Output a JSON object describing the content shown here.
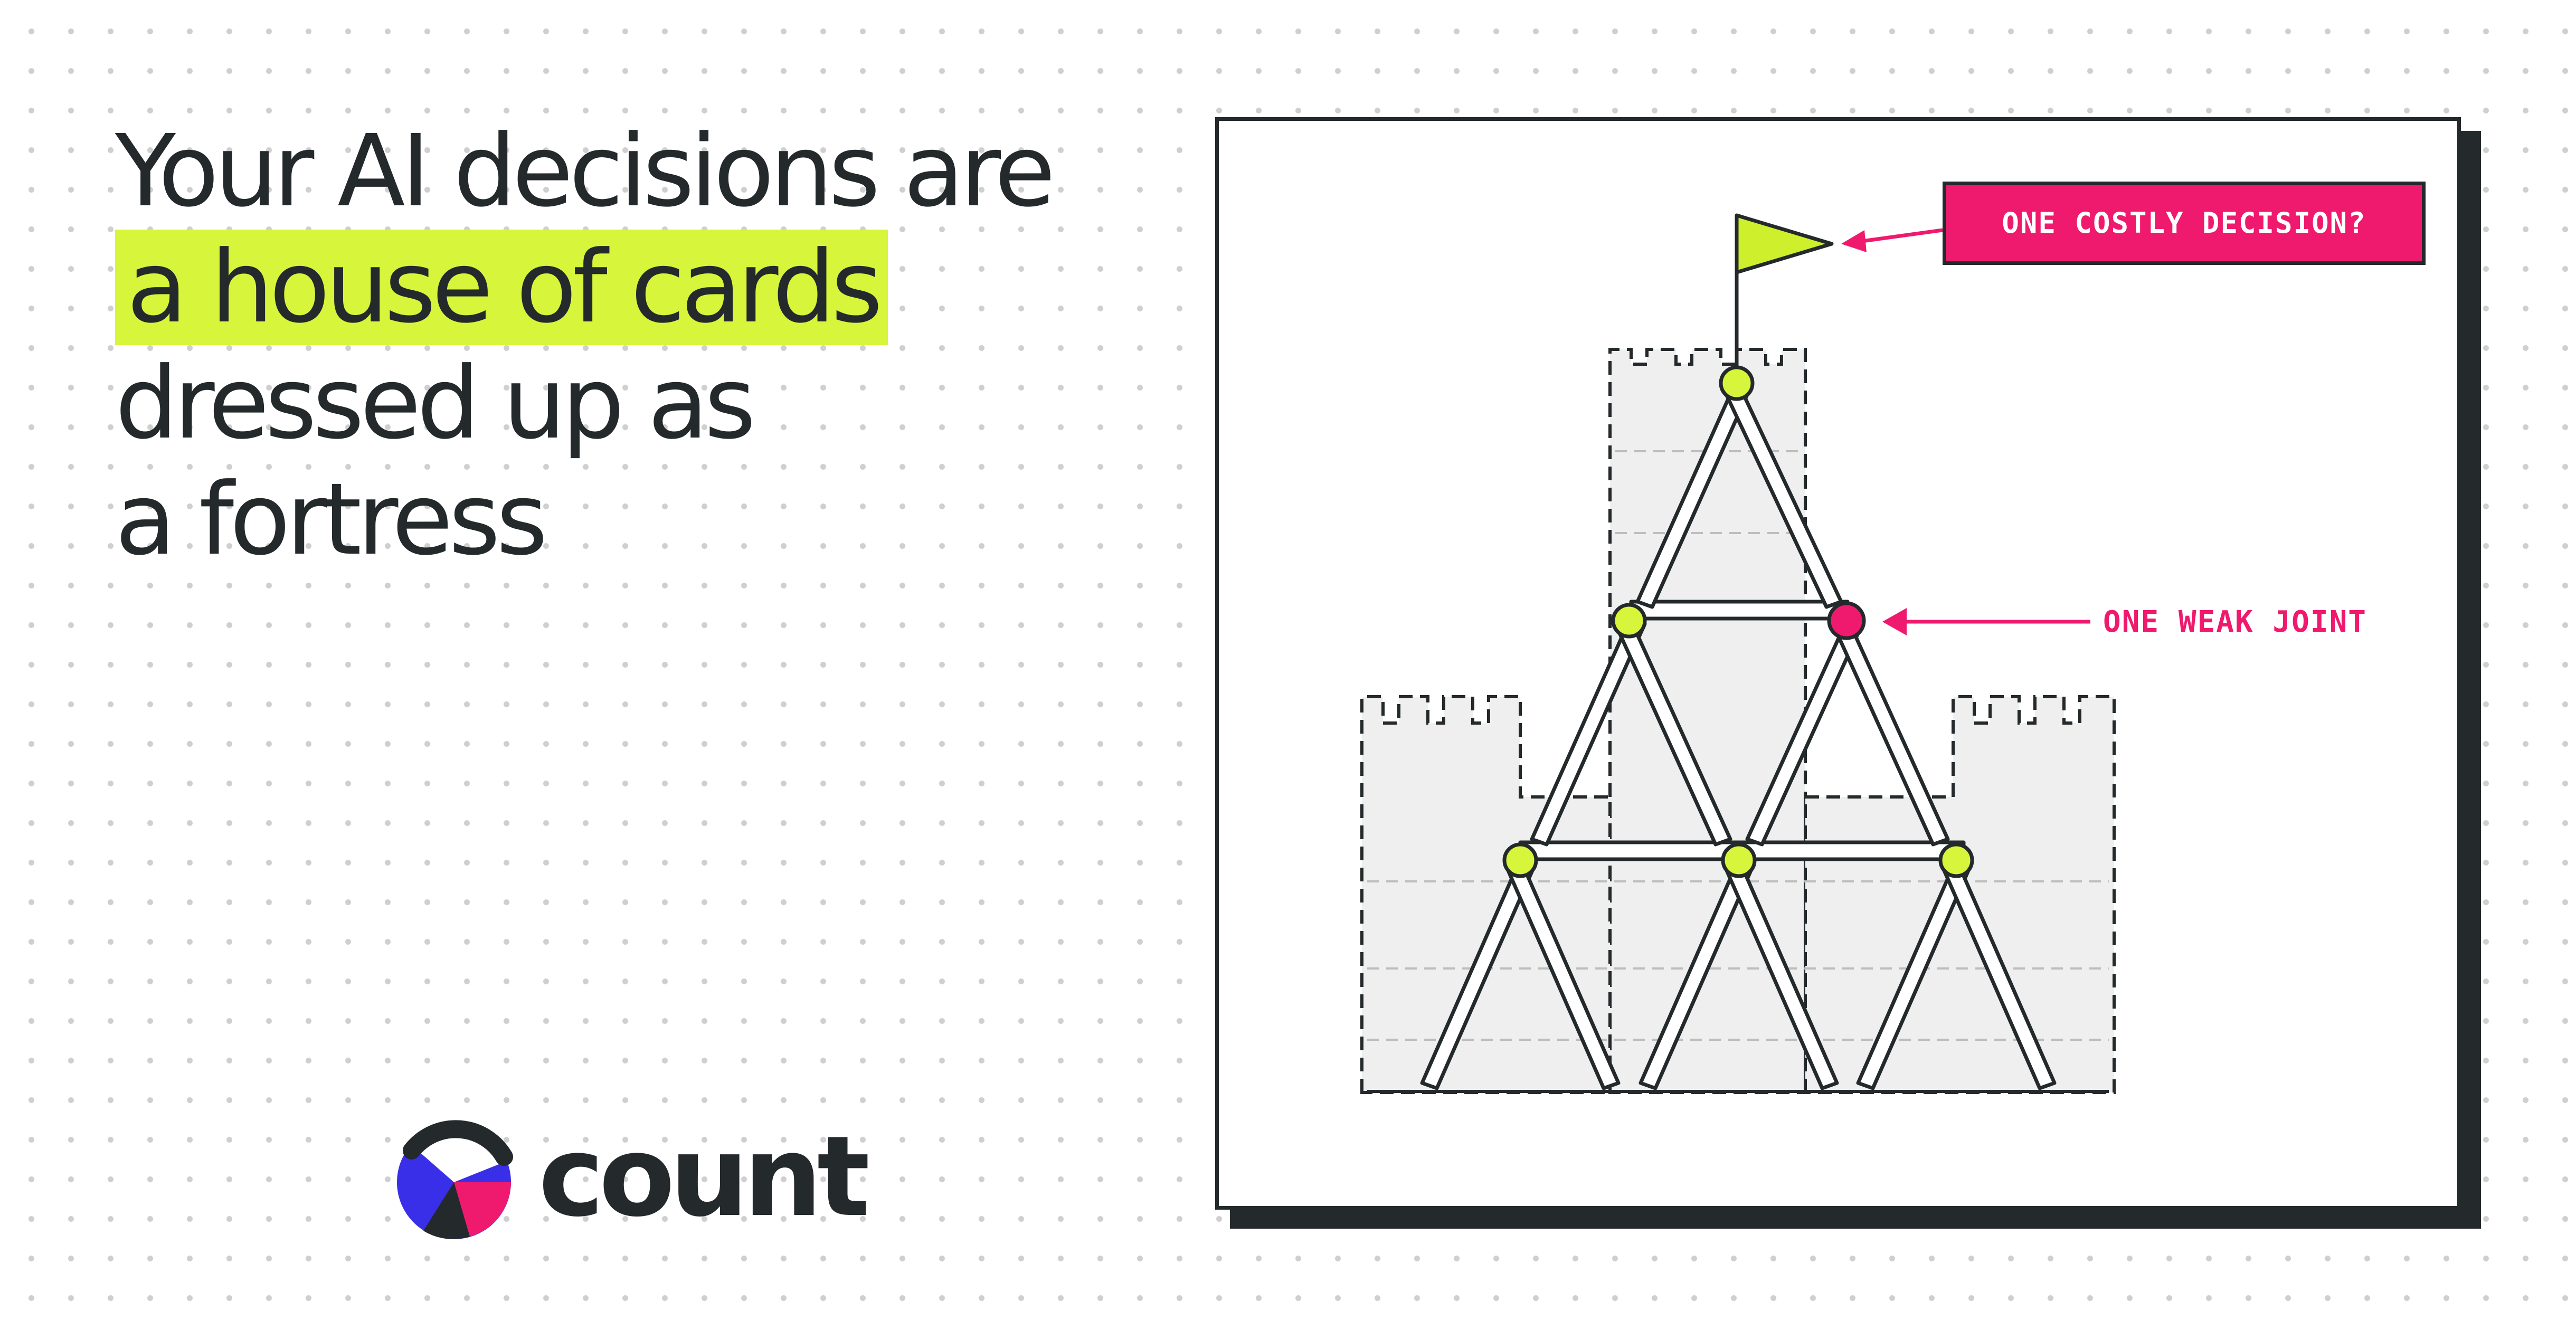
{
  "headline": {
    "line1": "Your AI decisions are",
    "line2_highlight": "a house of cards",
    "line3": "dressed up as",
    "line4": "a fortress"
  },
  "logo": {
    "text": "count"
  },
  "illustration": {
    "callout_top": "ONE COSTLY DECISION?",
    "callout_joint": "ONE WEAK JOINT"
  },
  "colors": {
    "ink": "#24292b",
    "highlight": "#d7f53b",
    "accent_pink": "#ef1a6e",
    "logo_blue": "#3a2fe8",
    "fortress_fill": "#efefef"
  },
  "icons": [
    "flag-icon",
    "count-logo-icon"
  ]
}
